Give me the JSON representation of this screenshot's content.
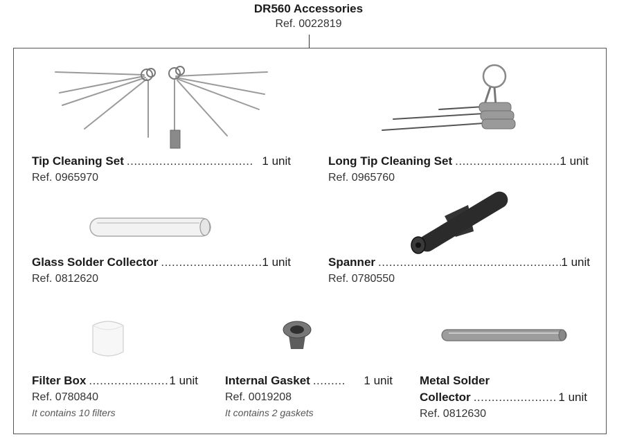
{
  "header": {
    "title": "DR560 Accessories",
    "ref": "Ref. 0022819"
  },
  "items": [
    {
      "name": "Tip Cleaning Set",
      "dots": "...................................",
      "qty": "1 unit",
      "ref": "Ref. 0965970",
      "icon": "tip-cleaning-set-image"
    },
    {
      "name": "Long Tip Cleaning Set",
      "dots": "...................................",
      "qty": "1 unit",
      "ref": "Ref. 0965760",
      "icon": "long-tip-cleaning-set-image"
    },
    {
      "name": "Glass Solder Collector",
      "dots": "...................................",
      "qty": "1 unit",
      "ref": "Ref. 0812620",
      "icon": "glass-solder-collector-image"
    },
    {
      "name": "Spanner",
      "dots": "...........................................................................",
      "qty": "1 unit",
      "ref": "Ref. 0780550",
      "icon": "spanner-image"
    },
    {
      "name": "Filter Box",
      "dots": "......................",
      "qty": "1 unit",
      "ref": "Ref. 0780840",
      "note": "It contains 10 filters",
      "icon": "filter-box-image"
    },
    {
      "name": "Internal Gasket",
      "dots": ".........",
      "qty": "1 unit",
      "ref": "Ref. 0019208",
      "note": "It contains 2 gaskets",
      "icon": "internal-gasket-image"
    },
    {
      "name_line1": "Metal Solder",
      "name_line2": "Collector",
      "dots": ".......................",
      "qty": "1 unit",
      "ref": "Ref. 0812630",
      "icon": "metal-solder-collector-image"
    }
  ]
}
